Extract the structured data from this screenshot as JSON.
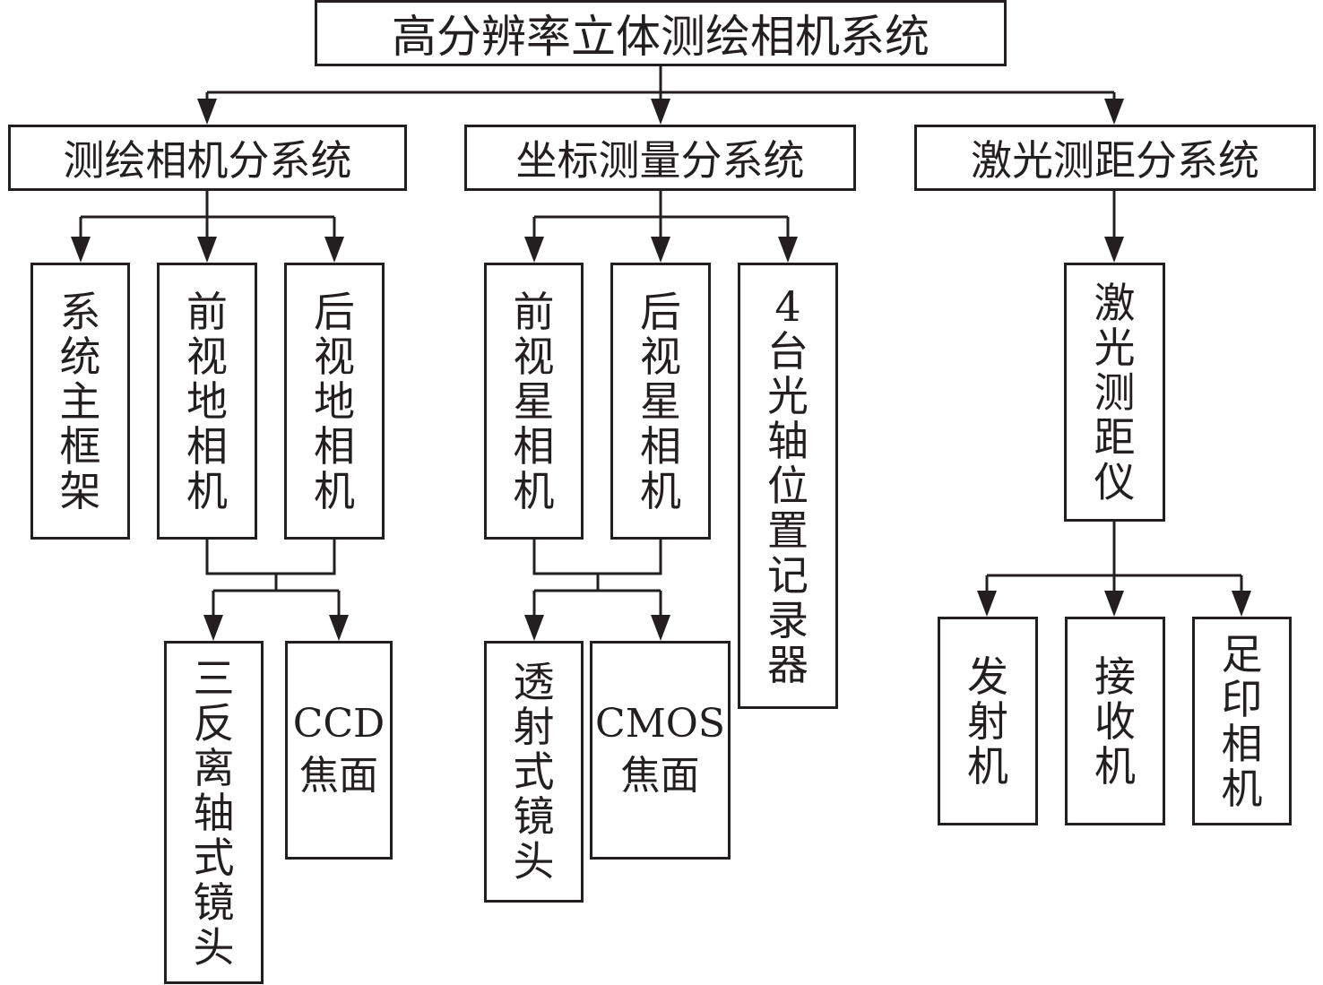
{
  "root": {
    "label": "高分辨率立体测绘相机系统"
  },
  "subsystems": [
    {
      "label": "测绘相机分系统"
    },
    {
      "label": "坐标测量分系统"
    },
    {
      "label": "激光测距分系统"
    }
  ],
  "mapping_camera": {
    "children": [
      {
        "label": "系统主框架"
      },
      {
        "label": "前视地相机"
      },
      {
        "label": "后视地相机"
      }
    ],
    "shared_children": [
      {
        "label": "三反离轴式镜头"
      },
      {
        "label": "CCD焦面",
        "line1": "CCD",
        "line2": "焦面"
      }
    ]
  },
  "coordinate_measure": {
    "children": [
      {
        "label": "前视星相机"
      },
      {
        "label": "后视星相机"
      },
      {
        "label": "4台光轴位置记录器"
      }
    ],
    "shared_children": [
      {
        "label": "透射式镜头"
      },
      {
        "label": "CMOS焦面",
        "line1": "CMOS",
        "line2": "焦面"
      }
    ]
  },
  "laser_ranging": {
    "child": {
      "label": "激光测距仪"
    },
    "sub_children": [
      {
        "label": "发射机"
      },
      {
        "label": "接收机"
      },
      {
        "label": "足印相机"
      }
    ]
  }
}
